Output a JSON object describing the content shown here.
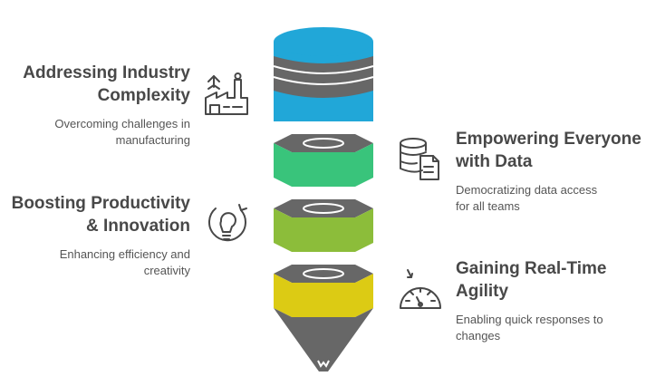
{
  "items": [
    {
      "title_line1": "Addressing Industry",
      "title_line2": "Complexity",
      "desc_line1": "Overcoming challenges in",
      "desc_line2": "manufacturing",
      "icon": "factory-icon"
    },
    {
      "title_line1": "Empowering Everyone",
      "title_line2": "with Data",
      "desc_line1": "Democratizing data access",
      "desc_line2": "for all teams",
      "icon": "database-document-icon"
    },
    {
      "title_line1": "Boosting Productivity",
      "title_line2": "& Innovation",
      "desc_line1": "Enhancing efficiency and",
      "desc_line2": "creativity",
      "icon": "lightbulb-icon"
    },
    {
      "title_line1": "Gaining Real-Time",
      "title_line2": "Agility",
      "desc_line1": "Enabling quick responses to",
      "desc_line2": "changes",
      "icon": "speedometer-icon"
    }
  ],
  "colors": {
    "blue": "#21a7d8",
    "green": "#39c47b",
    "lime": "#8cbd3a",
    "yellow": "#dccb14",
    "dark": "#676767",
    "text": "#484848"
  }
}
